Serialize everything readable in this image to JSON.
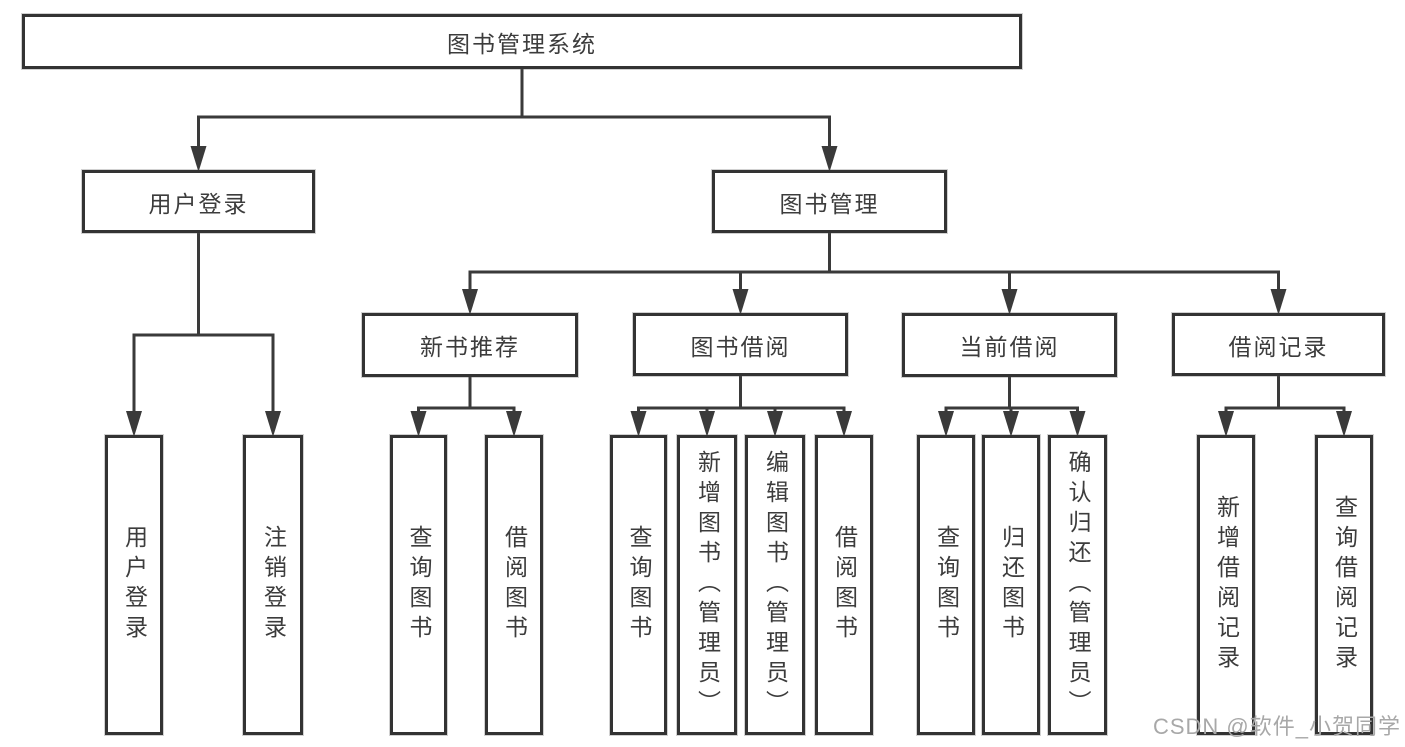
{
  "diagram": {
    "title": "图书管理系统",
    "watermark": "CSDN @软件_小贺同学",
    "colors": {
      "line": "#3a3a3a",
      "box_border": "#333333",
      "box_fill": "#ffffff",
      "text": "#3c3c3c",
      "watermark": "#a8a8a8",
      "background": "#ffffff"
    },
    "nodes": [
      {
        "id": "root",
        "label": "图书管理系统"
      },
      {
        "id": "login-module",
        "label": "用户登录"
      },
      {
        "id": "book-management",
        "label": "图书管理"
      },
      {
        "id": "new-book-recommend",
        "label": "新书推荐"
      },
      {
        "id": "book-borrowing",
        "label": "图书借阅"
      },
      {
        "id": "current-borrowing",
        "label": "当前借阅"
      },
      {
        "id": "borrowing-records",
        "label": "借阅记录"
      },
      {
        "id": "user-login",
        "label": "用户登录"
      },
      {
        "id": "logout",
        "label": "注销登录"
      },
      {
        "id": "query-books-recommend",
        "label": "查询图书"
      },
      {
        "id": "borrow-books-recommend",
        "label": "借阅图书"
      },
      {
        "id": "query-books-borrowing",
        "label": "查询图书"
      },
      {
        "id": "add-books-admin",
        "label": "新增图书（管理员）"
      },
      {
        "id": "edit-books-admin",
        "label": "编辑图书（管理员）"
      },
      {
        "id": "borrow-books-borrowing",
        "label": "借阅图书"
      },
      {
        "id": "query-books-current",
        "label": "查询图书"
      },
      {
        "id": "return-books",
        "label": "归还图书"
      },
      {
        "id": "confirm-return-admin",
        "label": "确认归还（管理员）"
      },
      {
        "id": "add-borrowing-record",
        "label": "新增借阅记录"
      },
      {
        "id": "query-borrowing-record",
        "label": "查询借阅记录"
      }
    ],
    "edges": [
      {
        "from": "root",
        "to": "login-module"
      },
      {
        "from": "root",
        "to": "book-management"
      },
      {
        "from": "login-module",
        "to": "user-login"
      },
      {
        "from": "login-module",
        "to": "logout"
      },
      {
        "from": "book-management",
        "to": "new-book-recommend"
      },
      {
        "from": "book-management",
        "to": "book-borrowing"
      },
      {
        "from": "book-management",
        "to": "current-borrowing"
      },
      {
        "from": "book-management",
        "to": "borrowing-records"
      },
      {
        "from": "new-book-recommend",
        "to": "query-books-recommend"
      },
      {
        "from": "new-book-recommend",
        "to": "borrow-books-recommend"
      },
      {
        "from": "book-borrowing",
        "to": "query-books-borrowing"
      },
      {
        "from": "book-borrowing",
        "to": "add-books-admin"
      },
      {
        "from": "book-borrowing",
        "to": "edit-books-admin"
      },
      {
        "from": "book-borrowing",
        "to": "borrow-books-borrowing"
      },
      {
        "from": "current-borrowing",
        "to": "query-books-current"
      },
      {
        "from": "current-borrowing",
        "to": "return-books"
      },
      {
        "from": "current-borrowing",
        "to": "confirm-return-admin"
      },
      {
        "from": "borrowing-records",
        "to": "add-borrowing-record"
      },
      {
        "from": "borrowing-records",
        "to": "query-borrowing-record"
      }
    ]
  }
}
